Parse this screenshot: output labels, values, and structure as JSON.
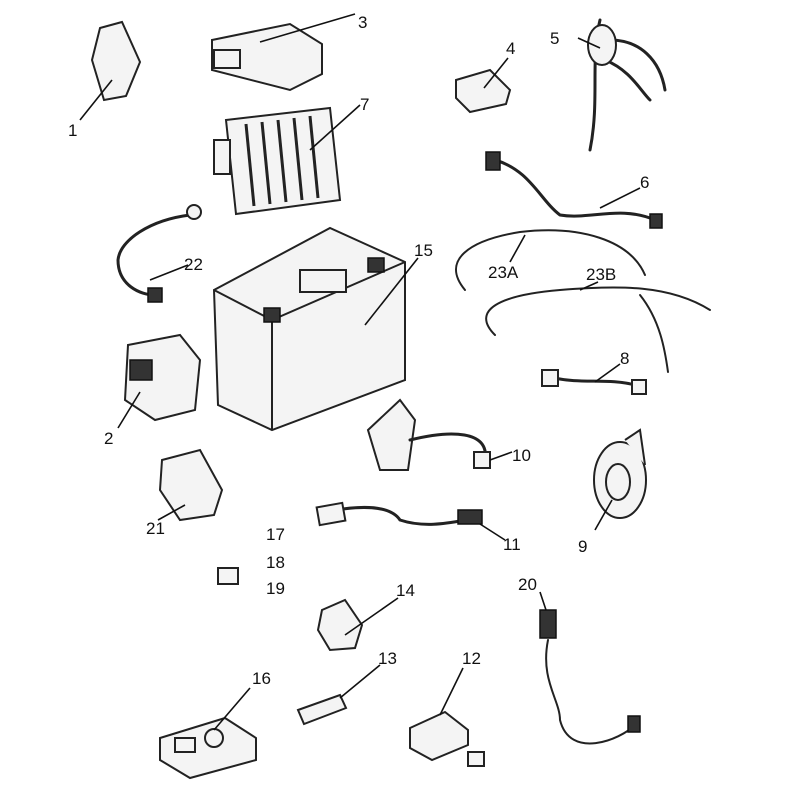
{
  "title": "Electrical parts diagram",
  "colors": {
    "ink": "#222222",
    "background": "#ffffff"
  },
  "labels": {
    "p1": "1",
    "p2": "2",
    "p3": "3",
    "p4": "4",
    "p5": "5",
    "p6": "6",
    "p7": "7",
    "p8": "8",
    "p9": "9",
    "p10": "10",
    "p11": "11",
    "p12": "12",
    "p13": "13",
    "p14": "14",
    "p15": "15",
    "p16": "16",
    "p17": "17",
    "p18": "18",
    "p19": "19",
    "p20": "20",
    "p21": "21",
    "p22": "22",
    "p23a": "23A",
    "p23b": "23B"
  }
}
